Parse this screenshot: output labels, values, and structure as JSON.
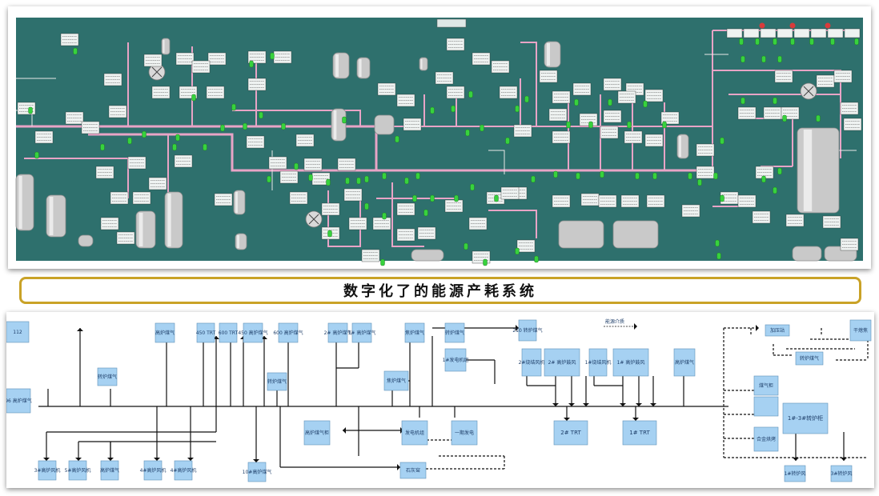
{
  "caption": {
    "title": "数字化了的能源产耗系统"
  },
  "colors": {
    "scada_bg": "#2e706d",
    "pipe": "#e8a4c6",
    "node": "#37d23d",
    "tank": "#c9c9c9",
    "alarm": "#d83b3b",
    "flow_box": "#a6d1f2",
    "flow_line": "#111111"
  },
  "flow": {
    "top_labels": [
      "112",
      "高炉煤气",
      "450 TRT",
      "600 TRT",
      "450 高炉煤气",
      "600 高炉煤气",
      "2# 高炉煤气",
      "1# 高炉煤气",
      "焦炉煤气",
      "转炉煤气",
      "210 转炉煤气",
      "加压站",
      "干熄焦"
    ],
    "mid_labels": [
      "2#烧结风机",
      "2# 高炉鼓风",
      "1#烧结风机",
      "1# 高炉鼓风",
      "转炉煤气",
      "转炉煤气",
      "焦炉煤气",
      "1#发电机组",
      "高炉煤气",
      "煤气柜",
      "转炉煤气",
      "合金烘烤",
      "1#-3#转炉柜"
    ],
    "main_labels": [
      "高炉煤气柜",
      "发电机组",
      "一期发电",
      "2# TRT",
      "1# TRT"
    ],
    "bottom_labels": [
      "3#高炉风机",
      "5#高炉风机",
      "高炉煤气",
      "4#高炉风机",
      "4#高炉风机",
      "10#高炉煤气",
      "石灰窑",
      "1#转炉风",
      "3#转炉风"
    ],
    "side_labels": [
      "96 高炉煤气"
    ],
    "legend_label": "能源介质"
  }
}
